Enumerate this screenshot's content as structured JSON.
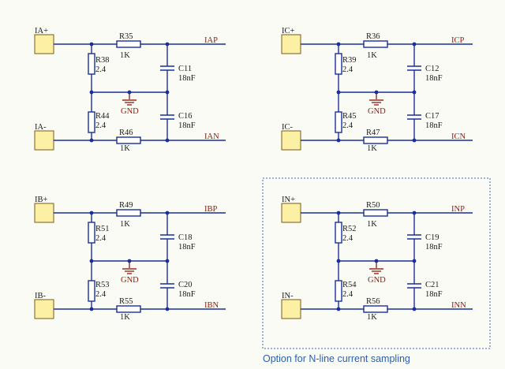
{
  "option_note": "Option for N-line current sampling",
  "ground_label": "GND",
  "blocks": [
    {
      "in_pos": "IA+",
      "in_neg": "IA-",
      "out_pos": "IAP",
      "out_neg": "IAN",
      "r_top": "R35",
      "r_top_val": "1K",
      "r_bot": "R46",
      "r_bot_val": "1K",
      "r_up": "R38",
      "r_up_val": "2.4",
      "r_dn": "R44",
      "r_dn_val": "2.4",
      "c_up": "C11",
      "c_up_val": "18nF",
      "c_dn": "C16",
      "c_dn_val": "18nF"
    },
    {
      "in_pos": "IC+",
      "in_neg": "IC-",
      "out_pos": "ICP",
      "out_neg": "ICN",
      "r_top": "R36",
      "r_top_val": "1K",
      "r_bot": "R47",
      "r_bot_val": "1K",
      "r_up": "R39",
      "r_up_val": "2.4",
      "r_dn": "R45",
      "r_dn_val": "2.4",
      "c_up": "C12",
      "c_up_val": "18nF",
      "c_dn": "C17",
      "c_dn_val": "18nF"
    },
    {
      "in_pos": "IB+",
      "in_neg": "IB-",
      "out_pos": "IBP",
      "out_neg": "IBN",
      "r_top": "R49",
      "r_top_val": "1K",
      "r_bot": "R55",
      "r_bot_val": "1K",
      "r_up": "R51",
      "r_up_val": "2.4",
      "r_dn": "R53",
      "r_dn_val": "2.4",
      "c_up": "C18",
      "c_up_val": "18nF",
      "c_dn": "C20",
      "c_dn_val": "18nF"
    },
    {
      "in_pos": "IN+",
      "in_neg": "IN-",
      "out_pos": "INP",
      "out_neg": "INN",
      "r_top": "R50",
      "r_top_val": "1K",
      "r_bot": "R56",
      "r_bot_val": "1K",
      "r_up": "R52",
      "r_up_val": "2.4",
      "r_dn": "R54",
      "r_dn_val": "2.4",
      "c_up": "C19",
      "c_up_val": "18nF",
      "c_dn": "C21",
      "c_dn_val": "18nF"
    }
  ]
}
